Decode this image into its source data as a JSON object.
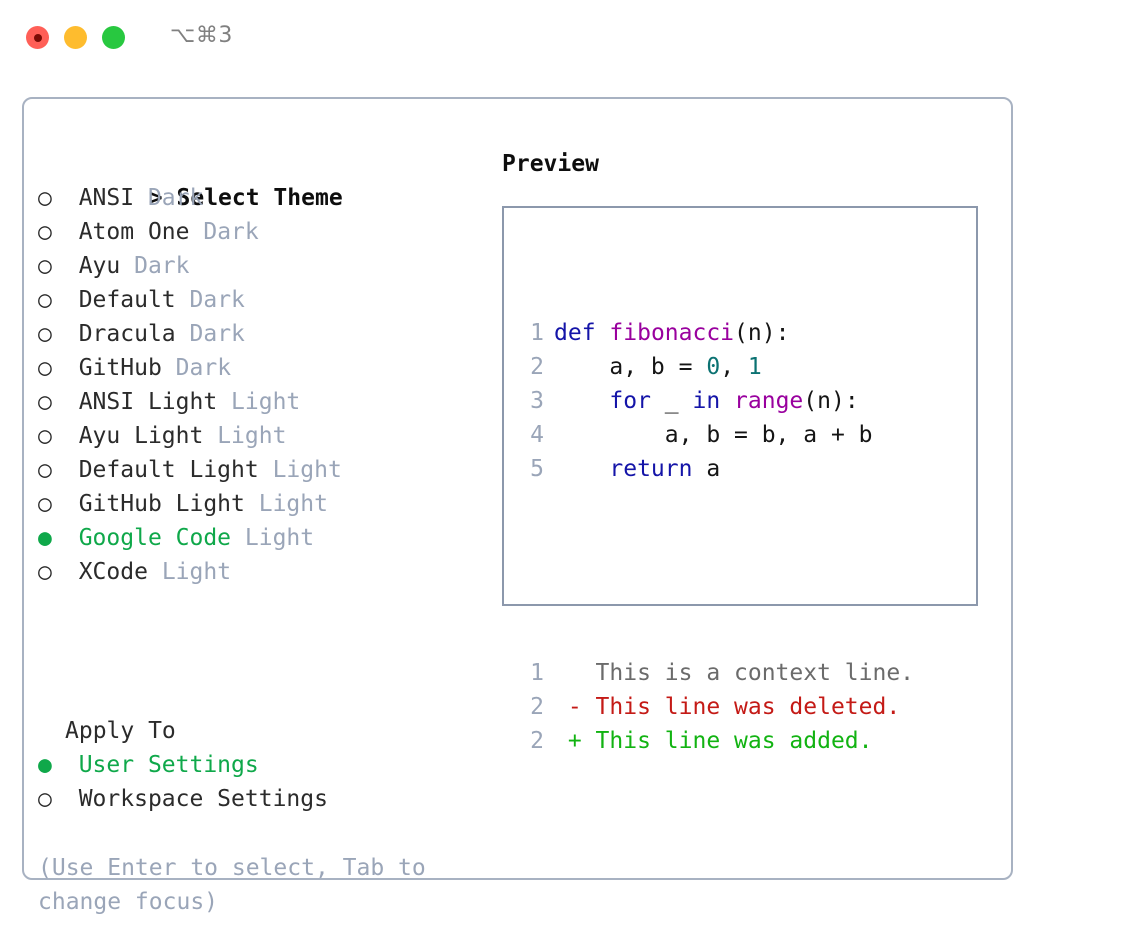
{
  "window": {
    "title": "⌥⌘3",
    "traffic_lights": [
      "close",
      "minimize",
      "maximize"
    ],
    "colors": {
      "close": "#ff5f57",
      "minimize": "#febc2e",
      "maximize": "#28c840",
      "panel_border": "#a8b2c2",
      "preview_border": "#8c98ac",
      "accent_selected": "#0fa84a",
      "badge_text": "#9aa5b8",
      "hint_text": "#9aa5b8",
      "keyword": "#1414a8",
      "function": "#99009e",
      "number": "#0b7272",
      "plain": "#151515",
      "diff_context": "#6b6b6b",
      "diff_deleted": "#c41a16",
      "diff_added": "#12b312"
    }
  },
  "theme_picker": {
    "prompt": ">",
    "header": "Select Theme",
    "marker_selected": "●",
    "marker_unselected": "○",
    "items": [
      {
        "name": "ANSI",
        "badge": "Dark",
        "selected": false
      },
      {
        "name": "Atom One",
        "badge": "Dark",
        "selected": false
      },
      {
        "name": "Ayu",
        "badge": "Dark",
        "selected": false
      },
      {
        "name": "Default",
        "badge": "Dark",
        "selected": false
      },
      {
        "name": "Dracula",
        "badge": "Dark",
        "selected": false
      },
      {
        "name": "GitHub",
        "badge": "Dark",
        "selected": false
      },
      {
        "name": "ANSI Light",
        "badge": "Light",
        "selected": false
      },
      {
        "name": "Ayu Light",
        "badge": "Light",
        "selected": false
      },
      {
        "name": "Default Light",
        "badge": "Light",
        "selected": false
      },
      {
        "name": "GitHub Light",
        "badge": "Light",
        "selected": false
      },
      {
        "name": "Google Code",
        "badge": "Light",
        "selected": true
      },
      {
        "name": "XCode",
        "badge": "Light",
        "selected": false
      }
    ]
  },
  "apply_to": {
    "label": "Apply To",
    "options": [
      {
        "label": "User Settings",
        "selected": true
      },
      {
        "label": "Workspace Settings",
        "selected": false
      }
    ]
  },
  "hint": "(Use Enter to select, Tab to change focus)",
  "preview": {
    "title": "Preview",
    "code_lines": [
      {
        "num": "1",
        "tokens": [
          {
            "t": "def",
            "c": "kw"
          },
          {
            "t": " ",
            "c": "pln"
          },
          {
            "t": "fibonacci",
            "c": "fn"
          },
          {
            "t": "(n):",
            "c": "pln"
          }
        ]
      },
      {
        "num": "2",
        "tokens": [
          {
            "t": "    a, b = ",
            "c": "pln"
          },
          {
            "t": "0",
            "c": "num"
          },
          {
            "t": ", ",
            "c": "pln"
          },
          {
            "t": "1",
            "c": "num"
          }
        ]
      },
      {
        "num": "3",
        "tokens": [
          {
            "t": "    ",
            "c": "pln"
          },
          {
            "t": "for",
            "c": "kw"
          },
          {
            "t": " _ ",
            "c": "pln"
          },
          {
            "t": "in",
            "c": "kw"
          },
          {
            "t": " ",
            "c": "pln"
          },
          {
            "t": "range",
            "c": "fn"
          },
          {
            "t": "(n):",
            "c": "pln"
          }
        ]
      },
      {
        "num": "4",
        "tokens": [
          {
            "t": "        a, b = b, a + b",
            "c": "pln"
          }
        ]
      },
      {
        "num": "5",
        "tokens": [
          {
            "t": "    ",
            "c": "pln"
          },
          {
            "t": "return",
            "c": "kw"
          },
          {
            "t": " a",
            "c": "pln"
          }
        ]
      }
    ],
    "diff_lines": [
      {
        "num": "1",
        "marker": " ",
        "text": "This is a context line.",
        "kind": "ctx"
      },
      {
        "num": "2",
        "marker": "-",
        "text": "This line was deleted.",
        "kind": "del"
      },
      {
        "num": "2",
        "marker": "+",
        "text": "This line was added.",
        "kind": "add"
      }
    ]
  }
}
